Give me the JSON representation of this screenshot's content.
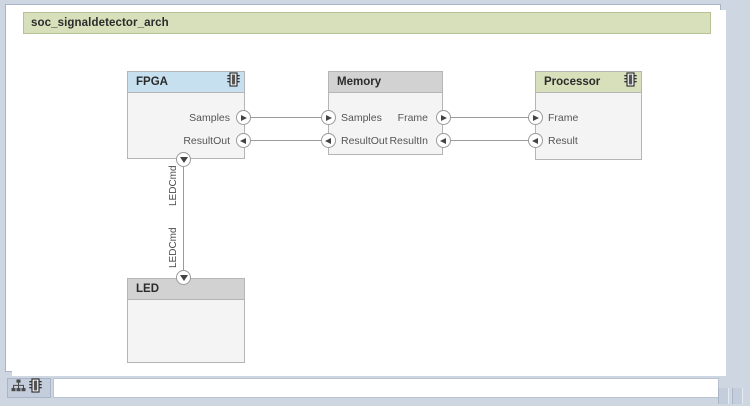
{
  "window": {
    "architecture_title": "soc_signaldetector_arch"
  },
  "blocks": [
    {
      "name": "FPGA",
      "header_color": "#c6e0f0",
      "has_chip_icon": true,
      "ports": [
        {
          "label": "Samples",
          "direction": "out",
          "side": "right"
        },
        {
          "label": "ResultOut",
          "direction": "in",
          "side": "right"
        },
        {
          "label": "",
          "direction": "down",
          "side": "bottom"
        }
      ]
    },
    {
      "name": "Memory",
      "header_color": "#d2d2d2",
      "has_chip_icon": false,
      "ports": [
        {
          "label": "Samples",
          "direction": "in",
          "side": "left"
        },
        {
          "label": "ResultOut",
          "direction": "out",
          "side": "left"
        },
        {
          "label": "Frame",
          "direction": "out",
          "side": "right"
        },
        {
          "label": "ResultIn",
          "direction": "in",
          "side": "right"
        }
      ]
    },
    {
      "name": "Processor",
      "header_color": "#d7e0ba",
      "has_chip_icon": true,
      "ports": [
        {
          "label": "Frame",
          "direction": "in",
          "side": "left"
        },
        {
          "label": "Result",
          "direction": "out",
          "side": "left"
        }
      ]
    },
    {
      "name": "LED",
      "header_color": "#d2d2d2",
      "has_chip_icon": false,
      "ports": [
        {
          "label": "",
          "direction": "down",
          "side": "top"
        }
      ]
    }
  ],
  "connections": [
    {
      "label": "",
      "from": "FPGA.Samples",
      "to": "Memory.Samples"
    },
    {
      "label": "",
      "from": "Memory.ResultOut",
      "to": "FPGA.ResultOut"
    },
    {
      "label": "",
      "from": "Memory.Frame",
      "to": "Processor.Frame"
    },
    {
      "label": "",
      "from": "Processor.Result",
      "to": "Memory.ResultIn"
    },
    {
      "label": "LEDCmd",
      "from": "FPGA.bottom",
      "to": "LED.top"
    }
  ],
  "wire_labels": {
    "upper": "LEDCmd",
    "lower": "LEDCmd"
  },
  "status_bar": {
    "hierarchy_icon": "hierarchy-icon",
    "chip_icon": "chip-icon",
    "text": ""
  }
}
